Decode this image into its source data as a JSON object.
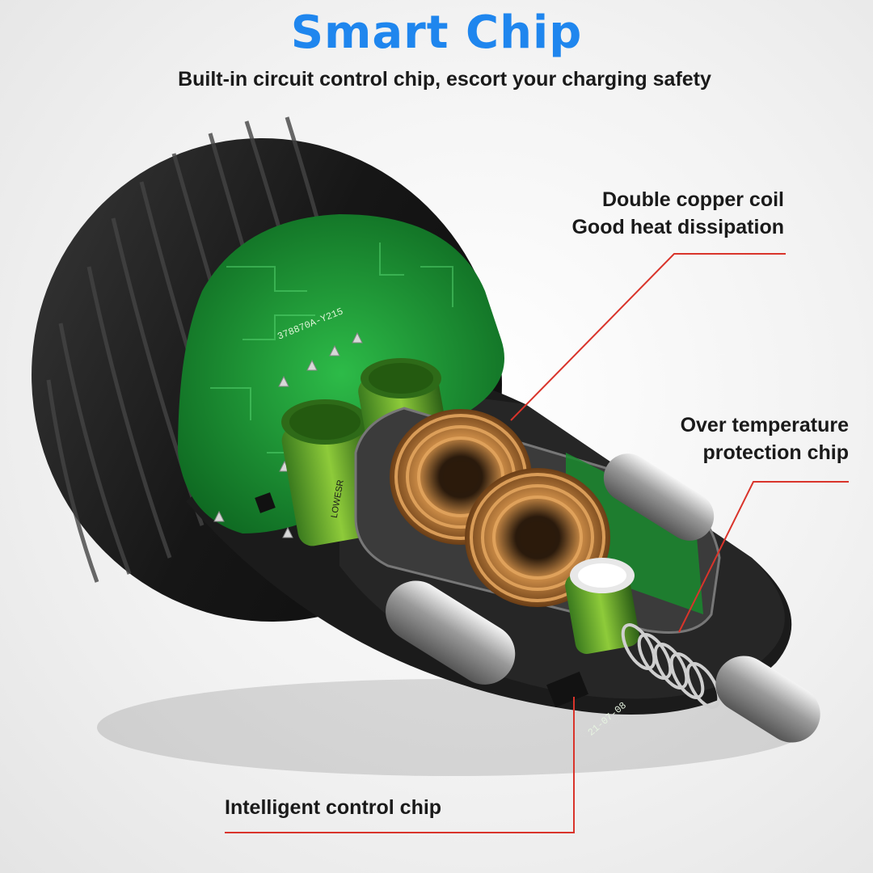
{
  "header": {
    "title": "Smart Chip",
    "subtitle": "Built-in circuit control chip, escort your charging safety"
  },
  "callouts": {
    "coil_line1": "Double copper coil",
    "coil_line2": "Good heat dissipation",
    "temp_line1": "Over temperature",
    "temp_line2": "protection chip",
    "chip_label": "Intelligent control chip"
  },
  "board_markings": {
    "pcb_code": "378870A-Y215",
    "capacitor_brand": "LOWESR",
    "date_code": "21-07-08"
  },
  "colors": {
    "title": "#1f86ee",
    "leader_line": "#d9342b",
    "pcb": "#1fa83a",
    "shell": "#1c1c1c",
    "copper": "#b8763a"
  }
}
